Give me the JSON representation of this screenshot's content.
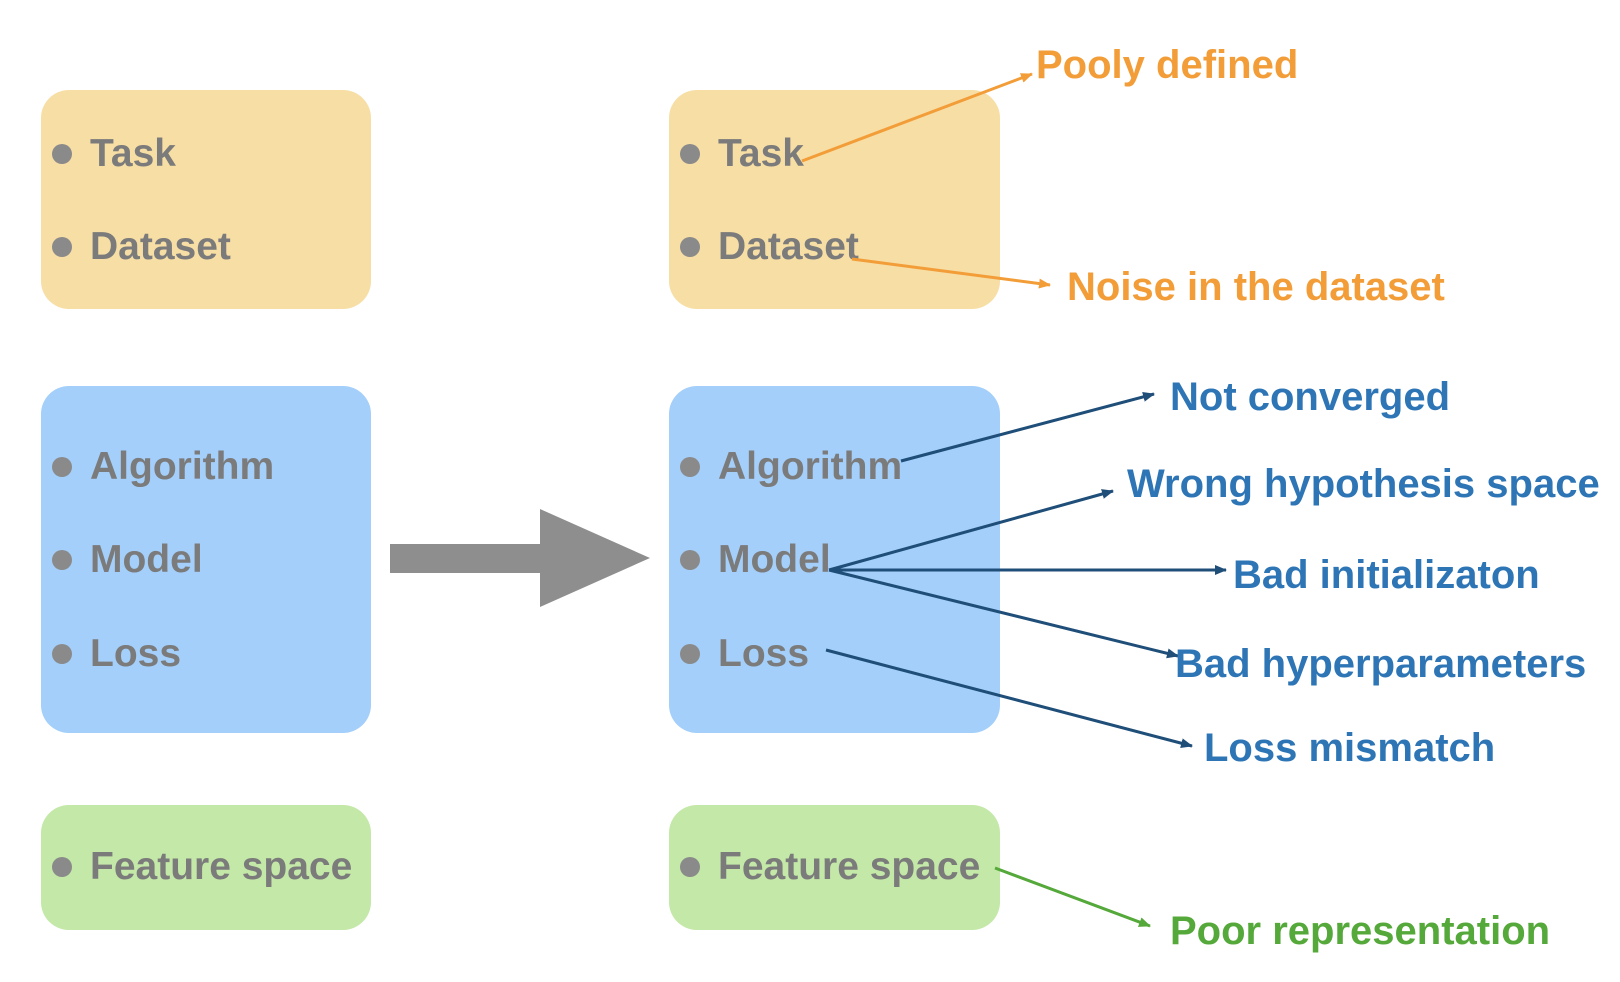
{
  "colors": {
    "task_box": "#f7dea5",
    "algorithm_box": "#a3cffa",
    "feature_box": "#c3e8a7",
    "bullet": "#8a8a8a",
    "item_text": "#7b7b7b",
    "big_arrow": "#8e8e8e",
    "orange_note": "#f29d38",
    "blue_note": "#2e75b6",
    "blue_line": "#1f4e79",
    "green_note": "#55a83a"
  },
  "left": {
    "task_group": [
      "Task",
      "Dataset"
    ],
    "algorithm_group": [
      "Algorithm",
      "Model",
      "Loss"
    ],
    "feature_group": [
      "Feature space"
    ]
  },
  "right": {
    "task_group": [
      "Task",
      "Dataset"
    ],
    "algorithm_group": [
      "Algorithm",
      "Model",
      "Loss"
    ],
    "feature_group": [
      "Feature space"
    ]
  },
  "causes": {
    "task": "Pooly defined",
    "dataset": "Noise in the dataset",
    "algorithm": "Not converged",
    "model": [
      "Wrong hypothesis space",
      "Bad initializaton",
      "Bad hyperparameters"
    ],
    "loss": "Loss mismatch",
    "feature_space": "Poor representation"
  }
}
